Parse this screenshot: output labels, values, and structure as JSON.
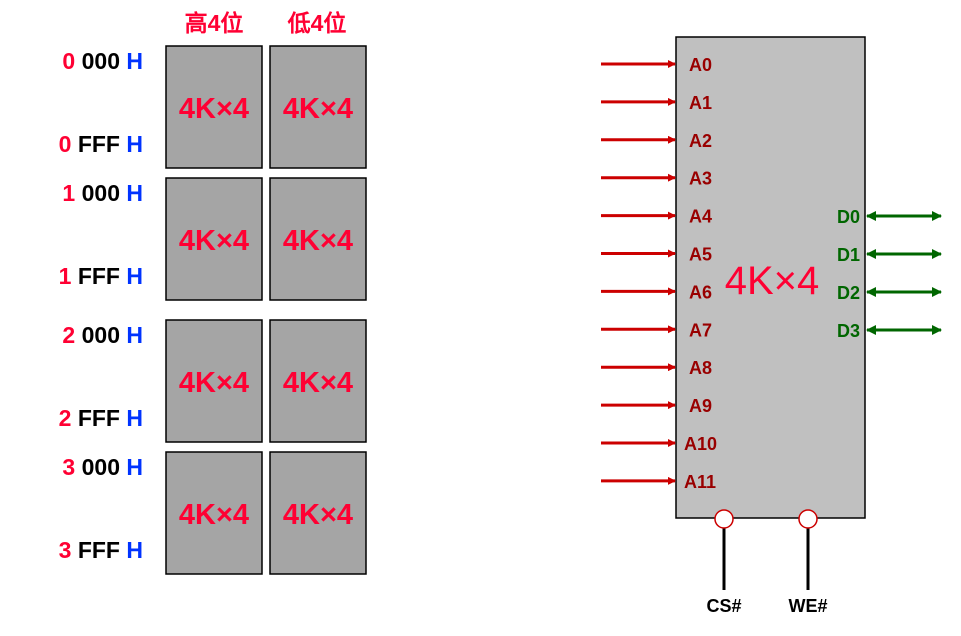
{
  "left": {
    "column_headers": [
      "高4位",
      "低4位"
    ],
    "chip_label": "4K×4",
    "rows": [
      {
        "prefix": "0",
        "start": "000",
        "end": "FFF",
        "suffix": "H"
      },
      {
        "prefix": "1",
        "start": "000",
        "end": "FFF",
        "suffix": "H"
      },
      {
        "prefix": "2",
        "start": "000",
        "end": "FFF",
        "suffix": "H"
      },
      {
        "prefix": "3",
        "start": "000",
        "end": "FFF",
        "suffix": "H"
      }
    ]
  },
  "chip": {
    "label": "4K×4",
    "address_pins": [
      "A0",
      "A1",
      "A2",
      "A3",
      "A4",
      "A5",
      "A6",
      "A7",
      "A8",
      "A9",
      "A10",
      "A11"
    ],
    "data_pins": [
      "D0",
      "D1",
      "D2",
      "D3"
    ],
    "control_pins": [
      "CS#",
      "WE#"
    ]
  },
  "colors": {
    "red_text": "#ff0033",
    "blue_text": "#0033ff",
    "address_arrow": "#cc0000",
    "address_label": "#990000",
    "data_color": "#006600",
    "block_fill": "#a5a5a5",
    "chip_fill": "#c0c0c0"
  }
}
